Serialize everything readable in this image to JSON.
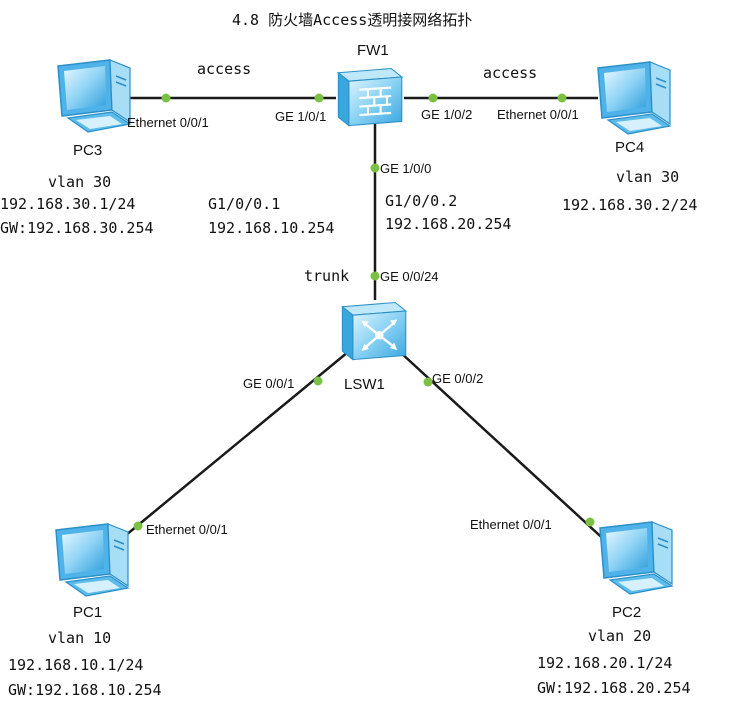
{
  "title": "4.8 防火墙Access透明接网络拓扑",
  "devices": {
    "fw1": {
      "name": "FW1"
    },
    "lsw1": {
      "name": "LSW1"
    },
    "pc1": {
      "name": "PC1",
      "vlan": "vlan 10",
      "ip": "192.168.10.1/24",
      "gw": "GW:192.168.10.254"
    },
    "pc2": {
      "name": "PC2",
      "vlan": "vlan 20",
      "ip": "192.168.20.1/24",
      "gw": "GW:192.168.20.254"
    },
    "pc3": {
      "name": "PC3",
      "vlan": "vlan 30",
      "ip": "192.168.30.1/24",
      "gw": "GW:192.168.30.254"
    },
    "pc4": {
      "name": "PC4",
      "vlan": "vlan 30",
      "ip": "192.168.30.2/24"
    }
  },
  "links": {
    "pc3_fw1": {
      "mode": "access",
      "a_port": "Ethernet 0/0/1",
      "b_port": "GE 1/0/1"
    },
    "fw1_pc4": {
      "mode": "access",
      "a_port": "GE 1/0/2",
      "b_port": "Ethernet 0/0/1"
    },
    "fw1_lsw1": {
      "mode": "trunk",
      "a_port": "GE 1/0/0",
      "b_port": "GE 0/0/24"
    },
    "lsw1_pc1": {
      "a_port": "GE 0/0/1",
      "b_port": "Ethernet 0/0/1"
    },
    "lsw1_pc2": {
      "a_port": "GE 0/0/2",
      "b_port": "Ethernet 0/0/1"
    }
  },
  "subinterfaces": {
    "sub1": {
      "name": "G1/0/0.1",
      "ip": "192.168.10.254"
    },
    "sub2": {
      "name": "G1/0/0.2",
      "ip": "192.168.20.254"
    }
  },
  "colors": {
    "link": "#1a1a1a",
    "port_dot": "#7ac143",
    "device_blue": "#4fb3ea",
    "device_light": "#cfeefc",
    "text": "#111111"
  }
}
